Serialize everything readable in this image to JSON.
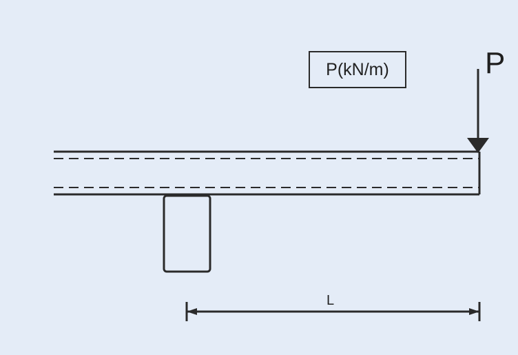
{
  "labels": {
    "load_intensity": "P(kN/m)",
    "point_load": "P",
    "span_length": "L"
  },
  "colors": {
    "background": "#e4ecf7",
    "ink": "#2a2a2a"
  },
  "icons": {
    "load_arrow": "arrow-down-icon"
  }
}
